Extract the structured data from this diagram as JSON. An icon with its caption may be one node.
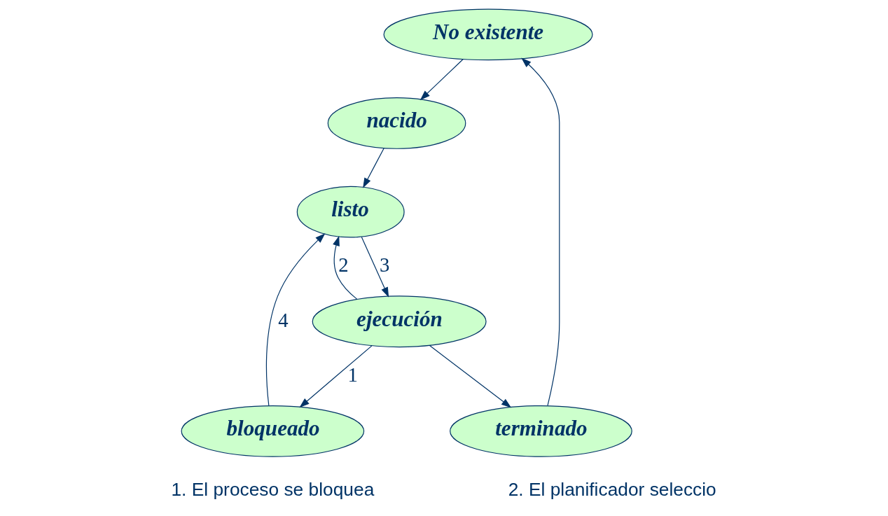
{
  "diagram": {
    "nodes": [
      {
        "text": [
          "No existente"
        ]
      },
      {
        "text": [
          "nacido"
        ]
      },
      {
        "text": [
          "listo"
        ]
      },
      {
        "text": [
          "ejecución"
        ]
      },
      {
        "text": [
          "bloqueado"
        ]
      },
      {
        "text": [
          "terminado"
        ]
      }
    ],
    "edges": [
      {
        "from": 0,
        "to": 1,
        "arrow": "to"
      },
      {
        "from": 1,
        "to": 2,
        "arrow": "to"
      },
      {
        "from": 3,
        "to": 2,
        "arrow": "to",
        "label": "2"
      },
      {
        "from": 2,
        "to": 3,
        "arrow": "to",
        "label": "3"
      },
      {
        "from": 3,
        "to": 4,
        "arrow": "to",
        "label": "1"
      },
      {
        "from": 4,
        "to": 2,
        "arrow": "to",
        "label": "4"
      },
      {
        "from": 3,
        "to": 5,
        "arrow": "to"
      },
      {
        "from": 5,
        "to": 0,
        "arrow": "to"
      }
    ],
    "labels": [
      "1. El proceso se bloquea",
      "2. El planificador seleccio"
    ]
  }
}
